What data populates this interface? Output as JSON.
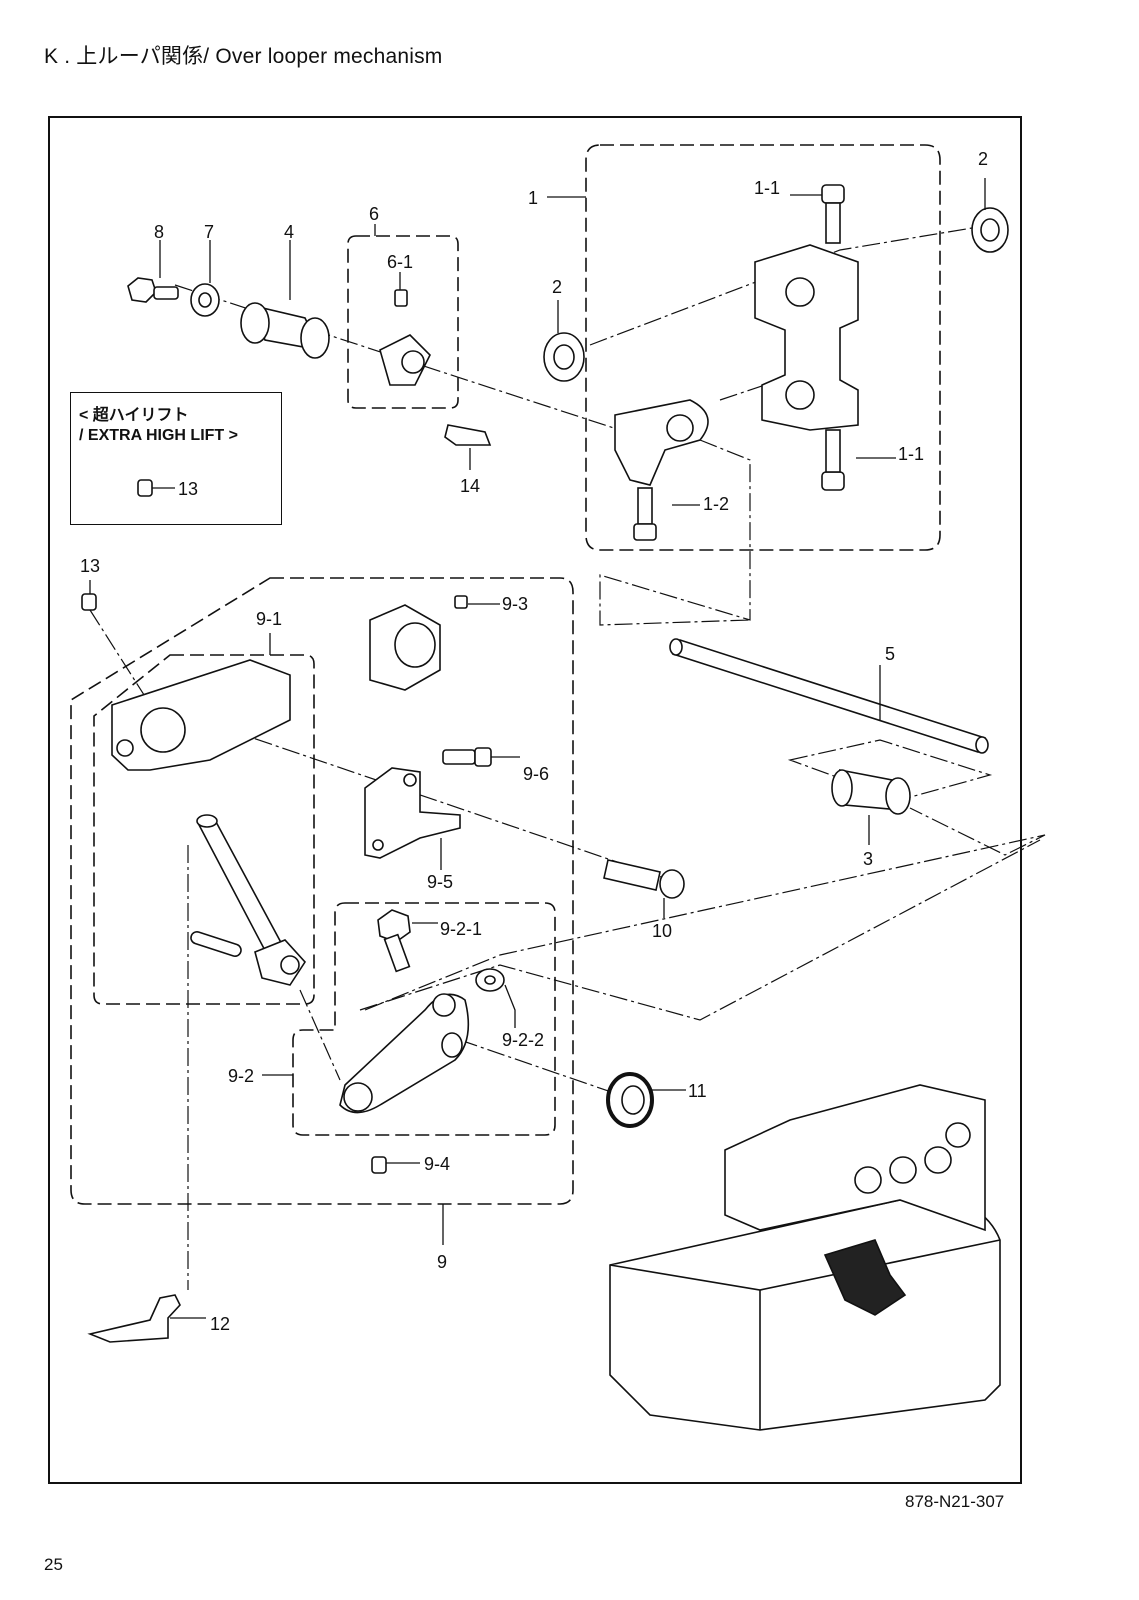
{
  "page": {
    "title": "K . 上ルーパ関係/ Over looper mechanism",
    "doc_code": "878-N21-307",
    "page_number": "25"
  },
  "variant_box": {
    "line1": "< 超ハイリフト",
    "line2": "/ EXTRA HIGH LIFT >",
    "part": "13"
  },
  "callouts": {
    "p1": "1",
    "p1_1_top": "1-1",
    "p1_1_bottom": "1-1",
    "p1_2": "1-2",
    "p2_right": "2",
    "p2_left": "2",
    "p3": "3",
    "p4": "4",
    "p5": "5",
    "p6": "6",
    "p6_1": "6-1",
    "p7": "7",
    "p8": "8",
    "p9": "9",
    "p9_1": "9-1",
    "p9_2": "9-2",
    "p9_2_1": "9-2-1",
    "p9_2_2": "9-2-2",
    "p9_3": "9-3",
    "p9_4": "9-4",
    "p9_5": "9-5",
    "p9_6": "9-6",
    "p10": "10",
    "p11": "11",
    "p12": "12",
    "p13": "13",
    "p14": "14"
  }
}
